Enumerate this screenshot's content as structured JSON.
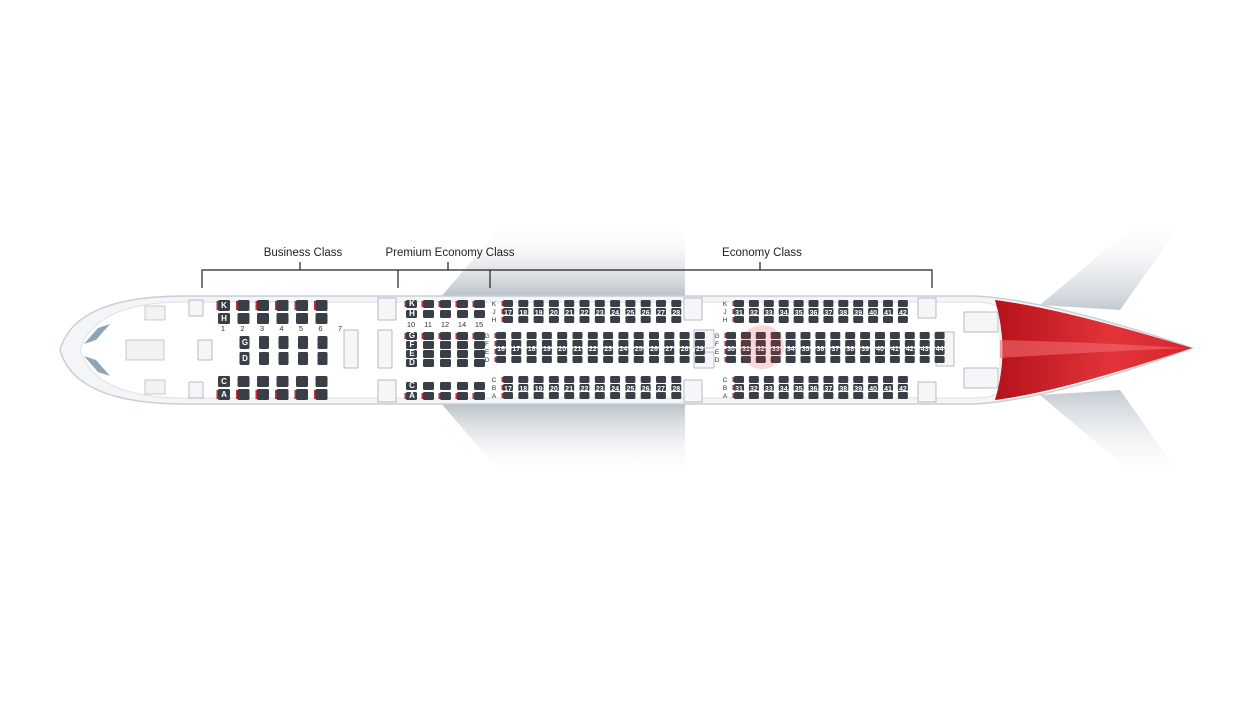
{
  "cabin": {
    "classes": [
      {
        "id": "business",
        "label": "Business Class"
      },
      {
        "id": "premium",
        "label": "Premium Economy Class"
      },
      {
        "id": "economy",
        "label": "Economy Class"
      }
    ],
    "business": {
      "columns": [
        "1",
        "2",
        "3",
        "4",
        "5",
        "6",
        "7"
      ],
      "window_top_letters": [
        "K",
        "H"
      ],
      "center_letters": [
        "G",
        "D"
      ],
      "window_bottom_letters": [
        "C",
        "A"
      ]
    },
    "premium": {
      "columns": [
        "10",
        "11",
        "12",
        "14",
        "15"
      ],
      "top_letters": [
        "K",
        "H"
      ],
      "mid_letters": [
        "G",
        "F",
        "E",
        "D"
      ],
      "bottom_letters": [
        "C",
        "A"
      ]
    },
    "economy_front": {
      "side_rows": [
        "17",
        "18",
        "19",
        "20",
        "21",
        "22",
        "23",
        "24",
        "25",
        "26",
        "27",
        "28"
      ],
      "center_rows": [
        "16",
        "17",
        "18",
        "19",
        "20",
        "21",
        "22",
        "23",
        "24",
        "25",
        "26",
        "27",
        "28",
        "29"
      ],
      "top_letters": [
        "K",
        "J",
        "H"
      ],
      "mid_letters": [
        "G",
        "F",
        "E",
        "D"
      ],
      "bottom_letters": [
        "C",
        "B",
        "A"
      ]
    },
    "economy_rear": {
      "side_rows": [
        "31",
        "32",
        "33",
        "34",
        "35",
        "36",
        "37",
        "38",
        "39",
        "40",
        "41",
        "42"
      ],
      "center_rows": [
        "30",
        "31",
        "32",
        "33",
        "34",
        "35",
        "36",
        "37",
        "38",
        "39",
        "40",
        "41",
        "42",
        "43",
        "44"
      ],
      "top_letters": [
        "K",
        "J",
        "H"
      ],
      "mid_letters": [
        "G",
        "F",
        "E",
        "D"
      ],
      "bottom_letters": [
        "C",
        "B",
        "A"
      ]
    }
  },
  "colors": {
    "seat": "#3a3f47",
    "seat_accent": "#d7262e",
    "fuselage": "#eef0f2",
    "wing": "#c9d0d6",
    "tail_red": "#d7262e",
    "bracket": "#222222"
  }
}
